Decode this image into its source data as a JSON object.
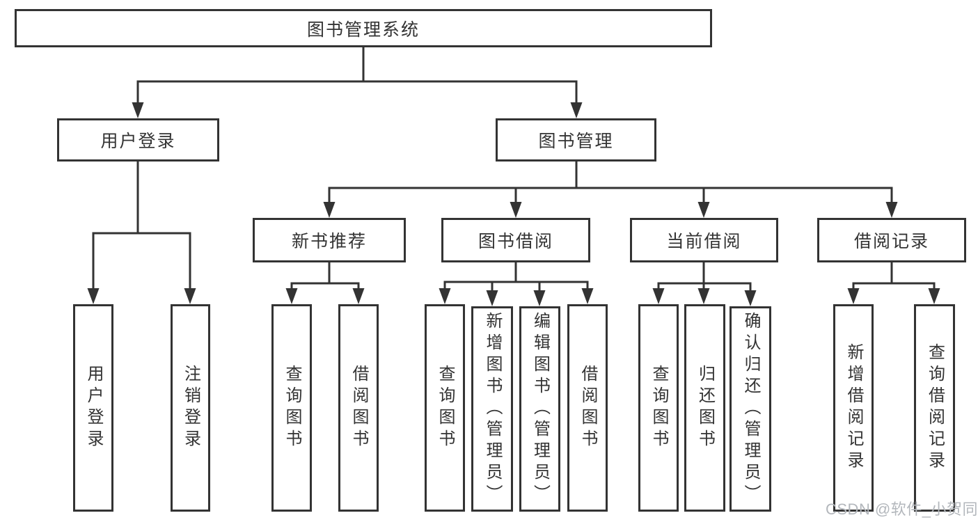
{
  "diagram": {
    "nodes": {
      "root": "图书管理系统",
      "login": "用户登录",
      "mgmt": "图书管理",
      "login_children": [
        "用户登录",
        "注销登录"
      ],
      "groups": [
        {
          "label": "新书推荐",
          "children": [
            "查询图书",
            "借阅图书"
          ]
        },
        {
          "label": "图书借阅",
          "children": [
            "查询图书",
            "新增图书（管理员）",
            "编辑图书（管理员）",
            "借阅图书"
          ]
        },
        {
          "label": "当前借阅",
          "children": [
            "查询图书",
            "归还图书",
            "确认归还（管理员）"
          ]
        },
        {
          "label": "借阅记录",
          "children": [
            "新增借阅记录",
            "查询借阅记录"
          ]
        }
      ]
    },
    "watermark": "CSDN @软件_小贺同学",
    "colors": {
      "line": "#333333",
      "box_border": "#333333",
      "box_bg": "#ffffff",
      "text": "#333333",
      "watermark": "#b3b7bc"
    }
  }
}
